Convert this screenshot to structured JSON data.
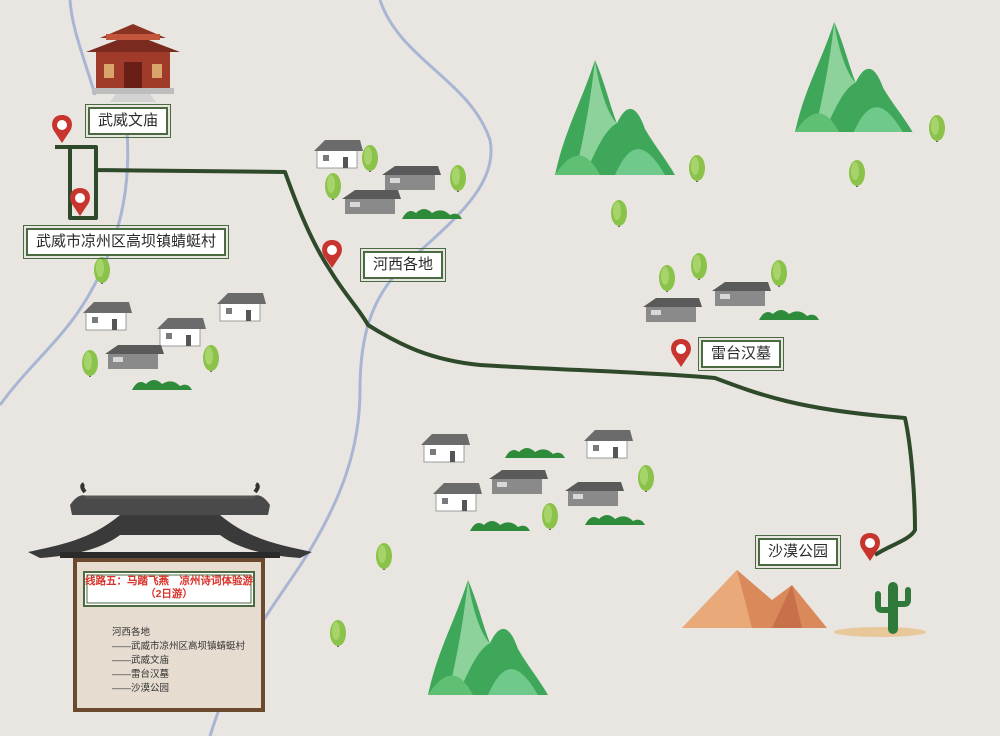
{
  "places": {
    "wenmiao": "武威文庙",
    "qingting": "武威市凉州区高坝镇蜻蜓村",
    "hexi": "河西各地",
    "leitai": "雷台汉墓",
    "shamo": "沙漠公园"
  },
  "route_panel": {
    "title": "线路五：马踏飞燕　凉州诗词体验游",
    "subtitle": "（2日游）",
    "stops": [
      "河西各地",
      "——武威市凉州区高坝镇蜻蜓村",
      "——武威文庙",
      "——雷台汉墓",
      "——沙漠公园"
    ]
  },
  "colors": {
    "background": "#e9e6e1",
    "route": "#2e4a2a",
    "river": "#a9b6d3",
    "pin": "#c8342e",
    "mountain": "#3ea75a",
    "panel": "#e6dcd0",
    "panel_border": "#6b4a2f"
  },
  "icons": [
    "map-pin-icon",
    "house-icon",
    "tree-icon",
    "mountain-icon",
    "temple-icon",
    "cactus-icon",
    "desert-dune-icon",
    "pavilion-roof-icon"
  ]
}
